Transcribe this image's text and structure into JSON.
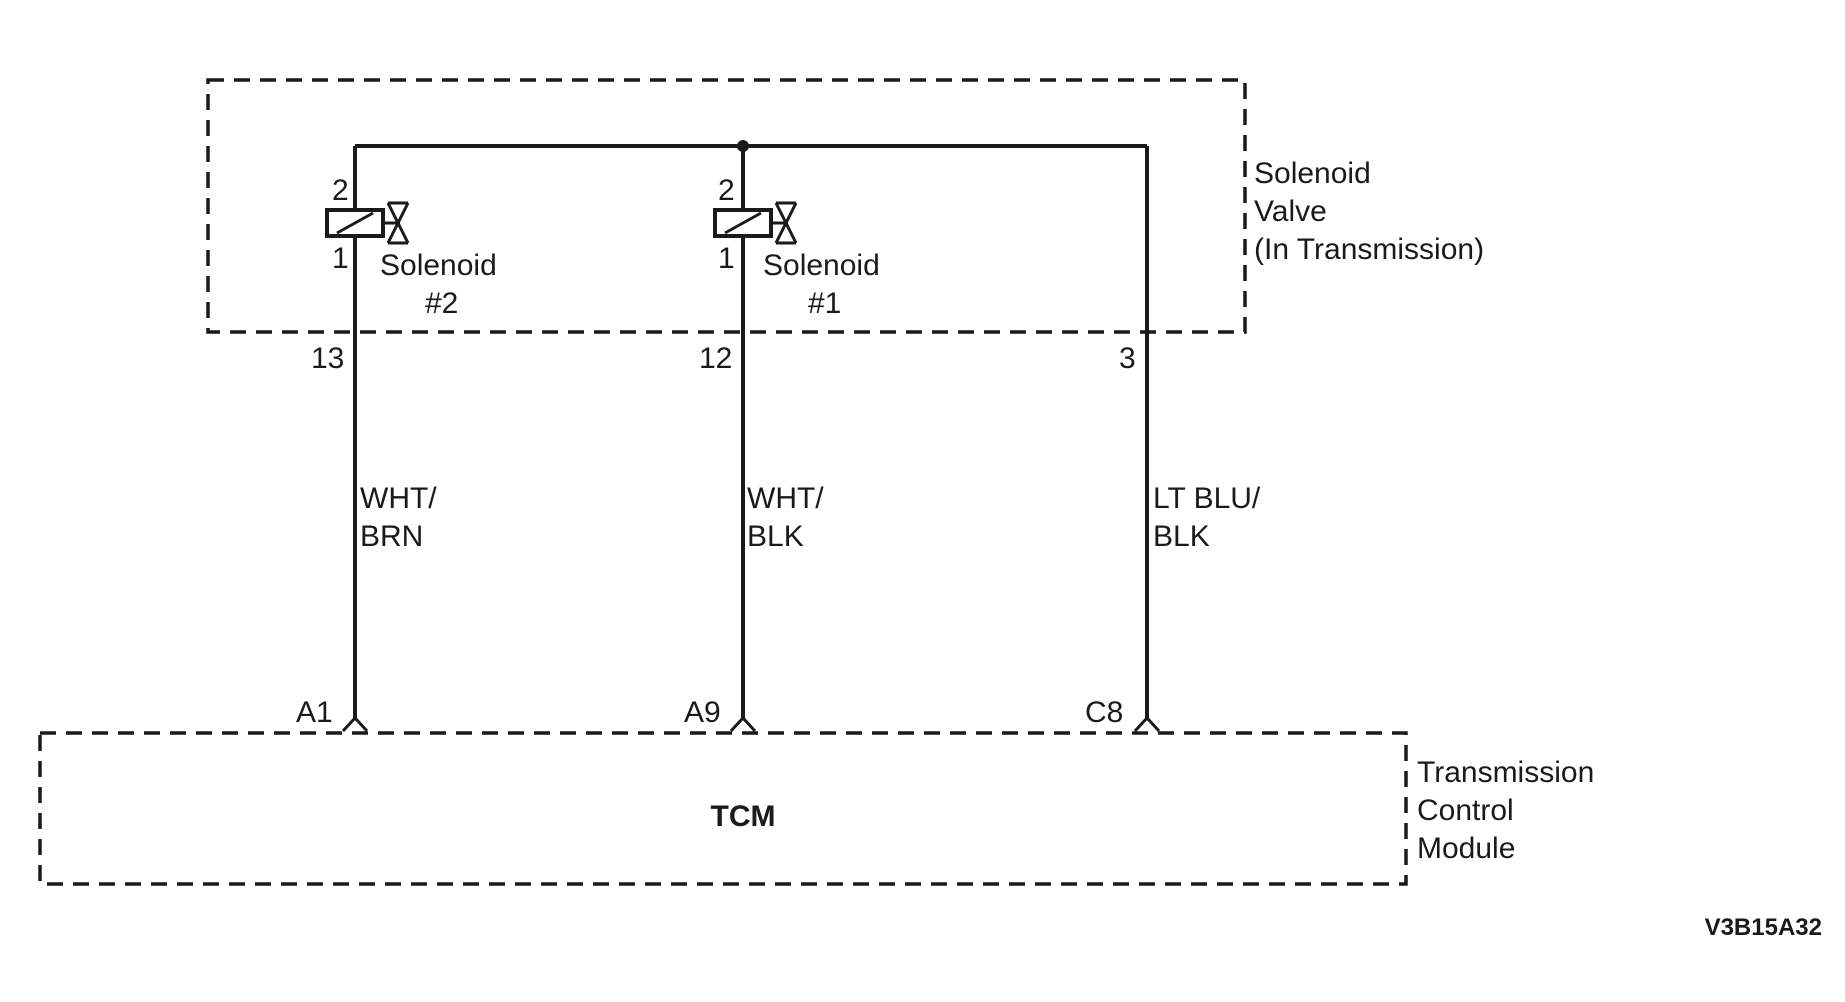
{
  "solenoid_valve": {
    "label_line1": "Solenoid",
    "label_line2": "Valve",
    "label_line3": "(In Transmission)",
    "solenoid_2": {
      "name": "Solenoid",
      "number": "#2",
      "pin_top": "2",
      "pin_bottom": "1"
    },
    "solenoid_1": {
      "name": "Solenoid",
      "number": "#1",
      "pin_top": "2",
      "pin_bottom": "1"
    },
    "connector_pins": [
      "13",
      "12",
      "3"
    ]
  },
  "wires": [
    {
      "color_line1": "WHT/",
      "color_line2": "BRN",
      "tcm_pin": "A1"
    },
    {
      "color_line1": "WHT/",
      "color_line2": "BLK",
      "tcm_pin": "A9"
    },
    {
      "color_line1": "LT BLU/",
      "color_line2": "BLK",
      "tcm_pin": "C8"
    }
  ],
  "tcm": {
    "center_label": "TCM",
    "label_line1": "Transmission",
    "label_line2": "Control",
    "label_line3": "Module"
  },
  "figure_code": "V3B15A32"
}
